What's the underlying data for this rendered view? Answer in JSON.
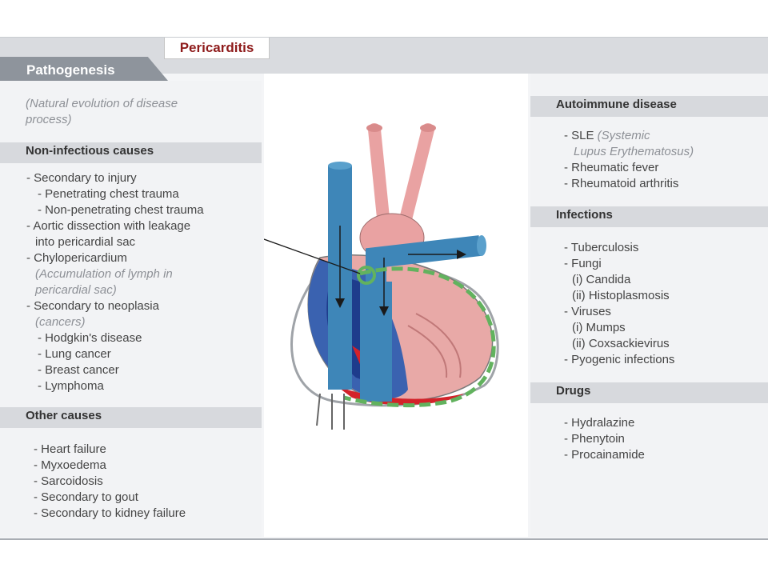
{
  "header": {
    "title": "Pericarditis",
    "section": "Pathogenesis"
  },
  "left": {
    "intro": [
      "(Natural evolution of disease",
      "process)"
    ],
    "noninfectious_heading": "Non-infectious causes",
    "noninfectious_items": [
      {
        "text": "- Secondary to injury",
        "style": "main"
      },
      {
        "text": "- Penetrating chest trauma",
        "style": "sub"
      },
      {
        "text": "- Non-penetrating chest trauma",
        "style": "sub"
      },
      {
        "text": "- Aortic dissection with leakage",
        "style": "main"
      },
      {
        "text": "into pericardial sac",
        "style": "cont"
      },
      {
        "text": "- Chylopericardium",
        "style": "main"
      },
      {
        "text": "(Accumulation of lymph in",
        "style": "italic"
      },
      {
        "text": "pericardial sac)",
        "style": "italic"
      },
      {
        "text": "- Secondary to neoplasia",
        "style": "main"
      },
      {
        "text": "(cancers)",
        "style": "italic"
      },
      {
        "text": "- Hodgkin's disease",
        "style": "sub"
      },
      {
        "text": "- Lung cancer",
        "style": "sub"
      },
      {
        "text": "- Breast cancer",
        "style": "sub"
      },
      {
        "text": "- Lymphoma",
        "style": "sub"
      }
    ],
    "other_heading": "Other causes",
    "other_items": [
      "- Heart failure",
      "- Myxoedema",
      "- Sarcoidosis",
      "- Secondary to gout",
      "- Secondary to kidney failure"
    ]
  },
  "right": {
    "autoimmune_heading": "Autoimmune disease",
    "autoimmune_items": [
      {
        "text": "- SLE",
        "extra": " (Systemic"
      },
      {
        "text": "",
        "extra": "Lupus Erythematosus)"
      },
      {
        "text": "- Rheumatic fever",
        "extra": ""
      },
      {
        "text": "- Rheumatoid arthritis",
        "extra": ""
      }
    ],
    "infections_heading": "Infections",
    "infections_items": [
      "- Tuberculosis",
      "- Fungi",
      "(i) Candida",
      "(ii) Histoplasmosis",
      "- Viruses",
      "(i) Mumps",
      "(ii) Coxsackievirus",
      "- Pyogenic infections"
    ],
    "drugs_heading": "Drugs",
    "drugs_items": [
      "- Hydralazine",
      "- Phenytoin",
      "- Procainamide"
    ]
  },
  "colors": {
    "title_red": "#8e1b1b",
    "vein_blue": "#3e86b8",
    "artery_pink": "#e9a2a2",
    "pericardium_green": "#62b25e",
    "deep_blue": "#1e3c8c",
    "blood_red": "#d3232a"
  }
}
